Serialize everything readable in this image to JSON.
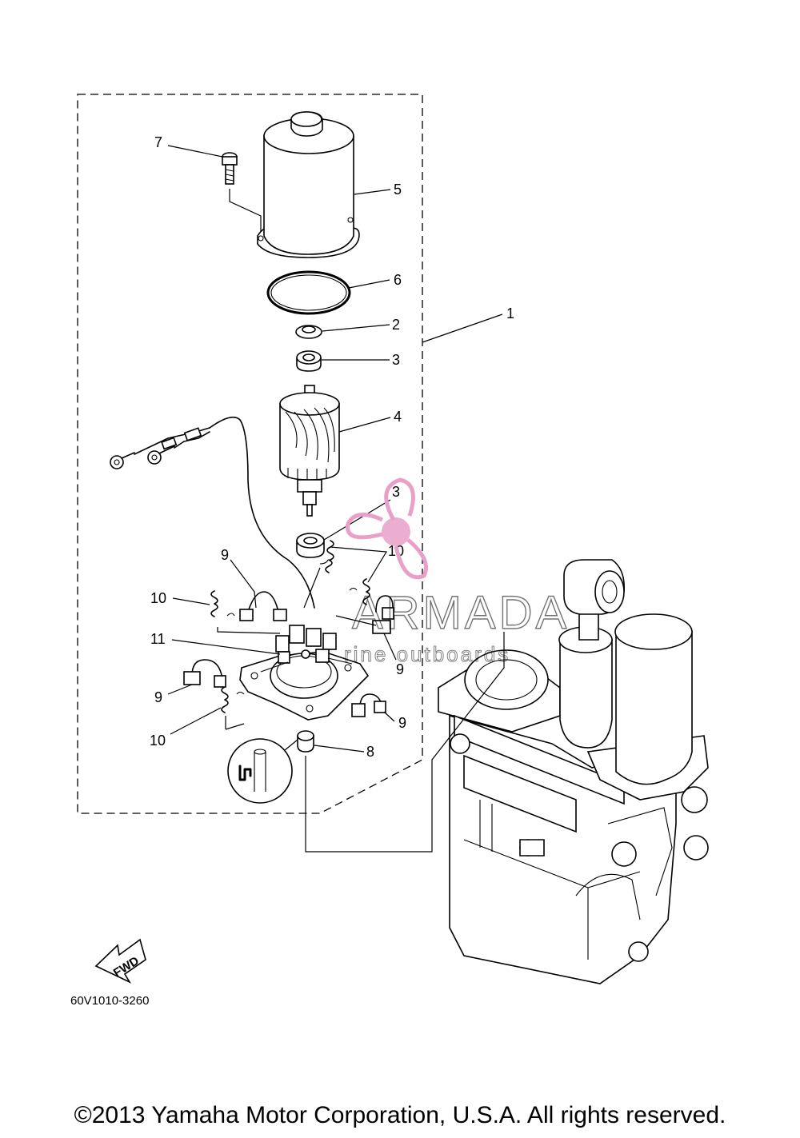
{
  "diagram": {
    "callouts": {
      "c1": "1",
      "c2": "2",
      "c3a": "3",
      "c3b": "3",
      "c4": "4",
      "c5": "5",
      "c6": "6",
      "c7": "7",
      "c8": "8",
      "c9a": "9",
      "c9b": "9",
      "c9c": "9",
      "c9d": "9",
      "c10a": "10",
      "c10b": "10",
      "c10c": "10",
      "c11": "11"
    },
    "drawing_code": "60V1010-3260",
    "fwd_label": "FWD"
  },
  "watermark": {
    "title": "ARMADA",
    "subtitle": "rine outboards",
    "color": "#e8a0c8"
  },
  "copyright": "©2013 Yamaha Motor Corporation, U.S.A. All rights reserved."
}
